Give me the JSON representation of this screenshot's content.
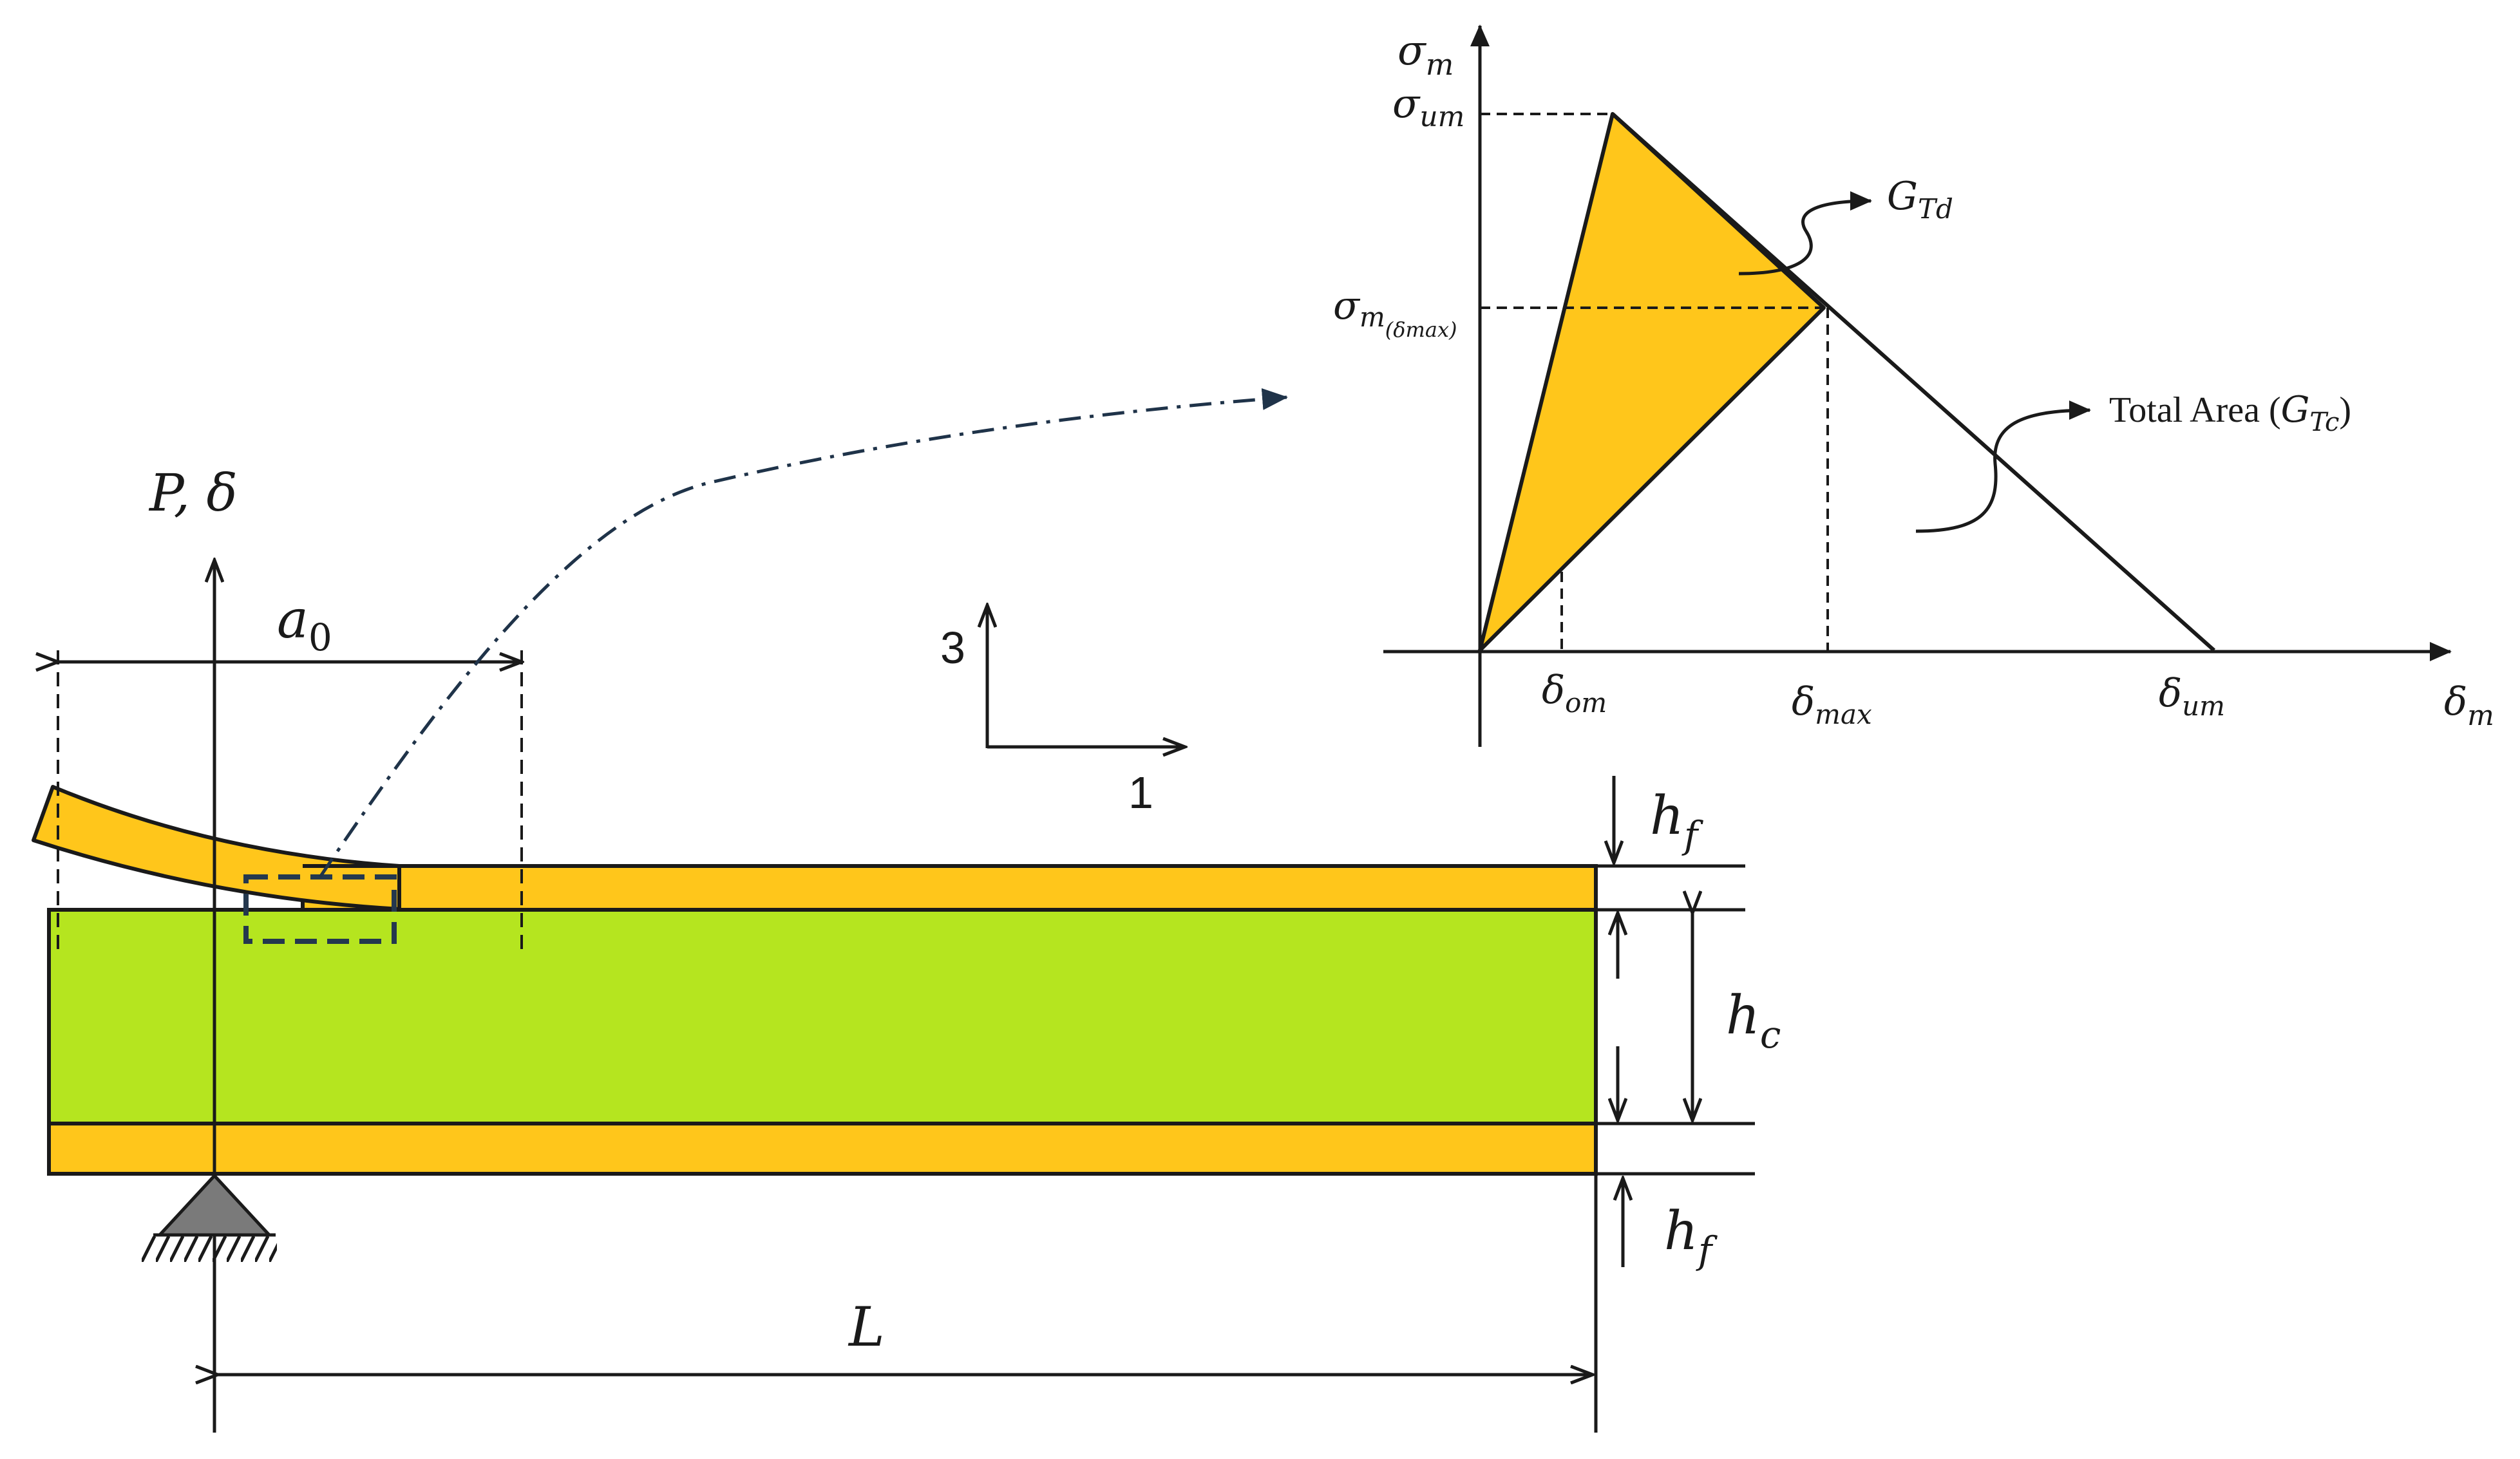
{
  "colors": {
    "face_sheet": "#FFC61B",
    "core": "#B5E51F",
    "line": "#1a1a1a",
    "dash_curve": "#1f3349",
    "support": "#7a7a7a"
  },
  "beam": {
    "load_label": "P, δ",
    "crack_length_label": "a",
    "crack_length_sub": "0",
    "span_label": "L",
    "face_thickness_top_label": "h",
    "face_thickness_top_sub": "f",
    "core_thickness_label": "h",
    "core_thickness_sub": "c",
    "face_thickness_bottom_label": "h",
    "face_thickness_bottom_sub": "f"
  },
  "axes_triad": {
    "vertical_label": "3",
    "horizontal_label": "1"
  },
  "traction_law": {
    "y_axis_label": "σ",
    "y_axis_sub": "m",
    "x_axis_label": "δ",
    "x_axis_sub": "m",
    "peak_stress_label": "σ",
    "peak_stress_sub": "um",
    "current_stress_label": "σ",
    "current_stress_sub": "m",
    "current_stress_subsub": "(δmax)",
    "onset_disp_label": "δ",
    "onset_disp_sub": "om",
    "max_disp_label": "δ",
    "max_disp_sub": "max",
    "ultimate_disp_label": "δ",
    "ultimate_disp_sub": "um",
    "dissipated_energy_label": "G",
    "dissipated_energy_sub": "Td",
    "total_area_text": "Total Area (",
    "total_area_symbol": "G",
    "total_area_sub": "Tc",
    "total_area_close": ")"
  }
}
